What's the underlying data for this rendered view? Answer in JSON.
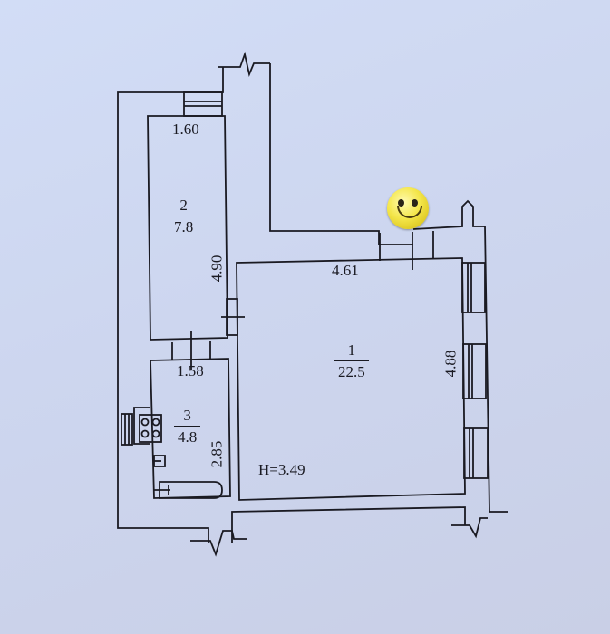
{
  "plan": {
    "ceiling_height": "H=3.49",
    "rooms": [
      {
        "number": "1",
        "area": "22.5",
        "width": "4.61",
        "length": "4.88"
      },
      {
        "number": "2",
        "area": "7.8",
        "width": "1.60",
        "length": "4.90"
      },
      {
        "number": "3",
        "area": "4.8",
        "width": "1.58",
        "length": "2.85"
      }
    ],
    "markers": {
      "emoji": "smiley-face"
    },
    "colors": {
      "background": "#cfd8f0",
      "line": "#1a1a22",
      "emoji": "#f4e64a"
    }
  }
}
